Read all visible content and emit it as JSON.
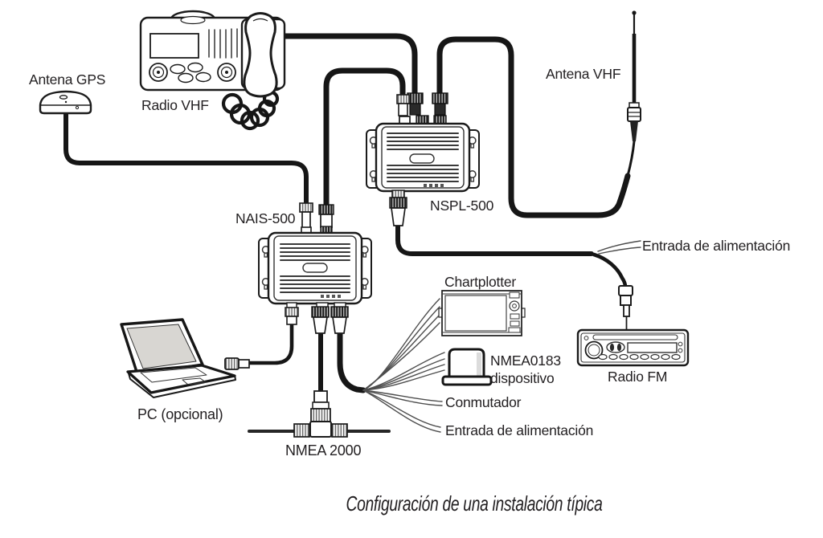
{
  "title": "Configuración de una instalación típica",
  "labels": {
    "antena_gps": "Antena GPS",
    "radio_vhf": "Radio VHF",
    "antena_vhf": "Antena VHF",
    "nais_500": "NAIS-500",
    "nspl_500": "NSPL-500",
    "entrada_alimentacion_right": "Entrada de alimentación",
    "chartplotter": "Chartplotter",
    "nmea0183_dispositivo_line1": "NMEA0183",
    "nmea0183_dispositivo_line2": "dispositivo",
    "conmutador": "Conmutador",
    "entrada_alimentacion_bottom": "Entrada de alimentación",
    "radio_fm": "Radio FM",
    "pc_opcional": "PC (opcional)",
    "nmea_2000": "NMEA 2000"
  },
  "colors": {
    "line": "#161616",
    "label_text": "#232022",
    "screen_fill": "#d8d6d2",
    "thin_wire": "#4d4d4d"
  }
}
